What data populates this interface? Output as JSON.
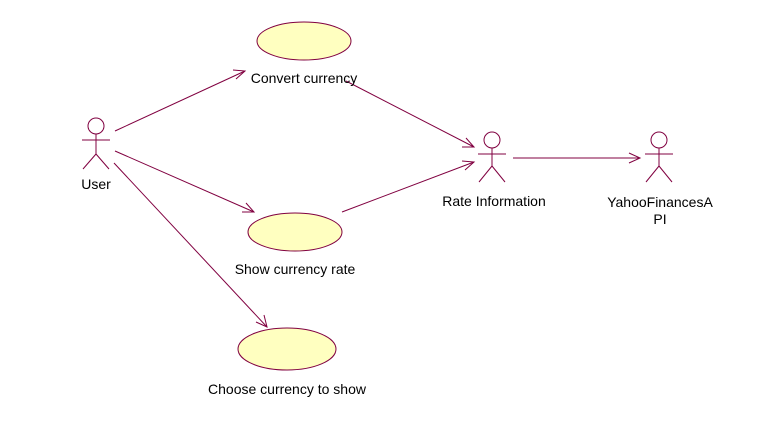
{
  "colors": {
    "line": "#800040",
    "usecase_fill": "#ffffc0",
    "text": "#000000"
  },
  "actors": {
    "user": {
      "label": "User",
      "icon": "stick-figure-icon"
    },
    "rate_information": {
      "label": "Rate Information",
      "icon": "stick-figure-icon"
    },
    "yahoo_finances_api": {
      "label_line1": "YahooFinancesA",
      "label_line2": "PI",
      "icon": "stick-figure-icon"
    }
  },
  "use_cases": {
    "convert_currency": {
      "label": "Convert currency"
    },
    "show_currency_rate": {
      "label": "Show currency rate"
    },
    "choose_currency": {
      "label": "Choose currency to show"
    }
  }
}
